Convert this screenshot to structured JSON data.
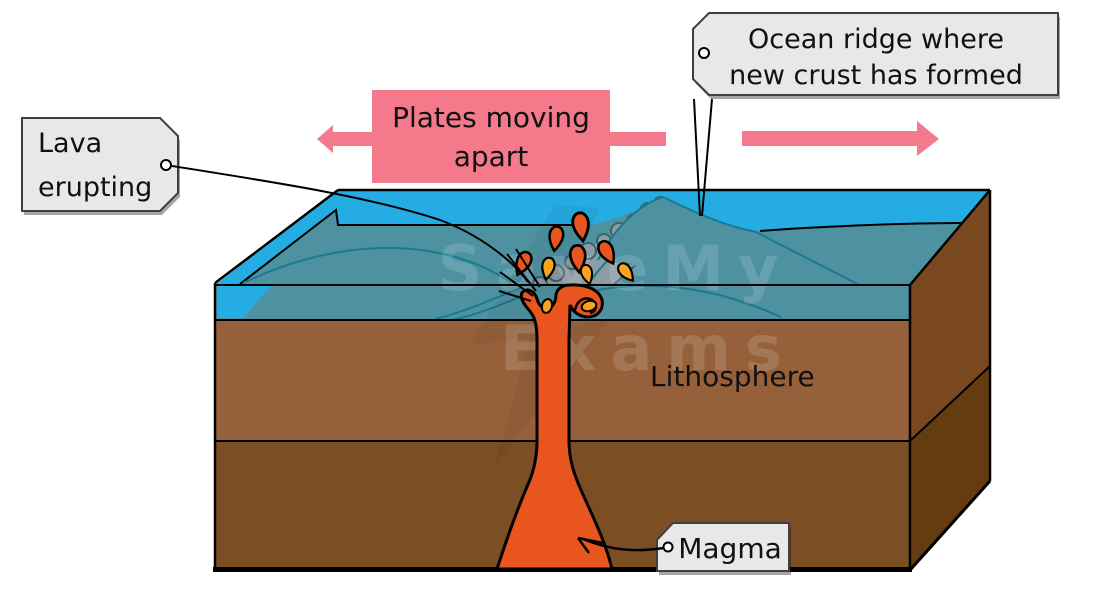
{
  "diagram": {
    "labels": {
      "lava_erupting": {
        "line1": "Lava",
        "line2": "erupting"
      },
      "plates_moving": {
        "line1": "Plates moving",
        "line2": "apart"
      },
      "ocean_ridge": {
        "line1": "Ocean ridge where",
        "line2": "new crust has formed"
      },
      "lithosphere": "Lithosphere",
      "magma": "Magma"
    },
    "watermark": {
      "line1": "SaveMy",
      "line2": "Exams"
    },
    "colors": {
      "sea_surface": "#25ACE3",
      "sea_floor": "#4E92A2",
      "sea_floor_outline": "#1A7A8F",
      "ridge_gray": "#8C9CA3",
      "ridge_gray_outline": "#3A616E",
      "lithosphere_front": "#96613A",
      "mantle_front": "#7B4E23",
      "lithosphere_side": "#7A481E",
      "mantle_side": "#653C12",
      "magma_orange": "#E8551E",
      "lava_yellow": "#F7A520",
      "arrow_pink": "#F4798B",
      "label_bg": "#E8E8E8",
      "outline": "#000000"
    }
  }
}
